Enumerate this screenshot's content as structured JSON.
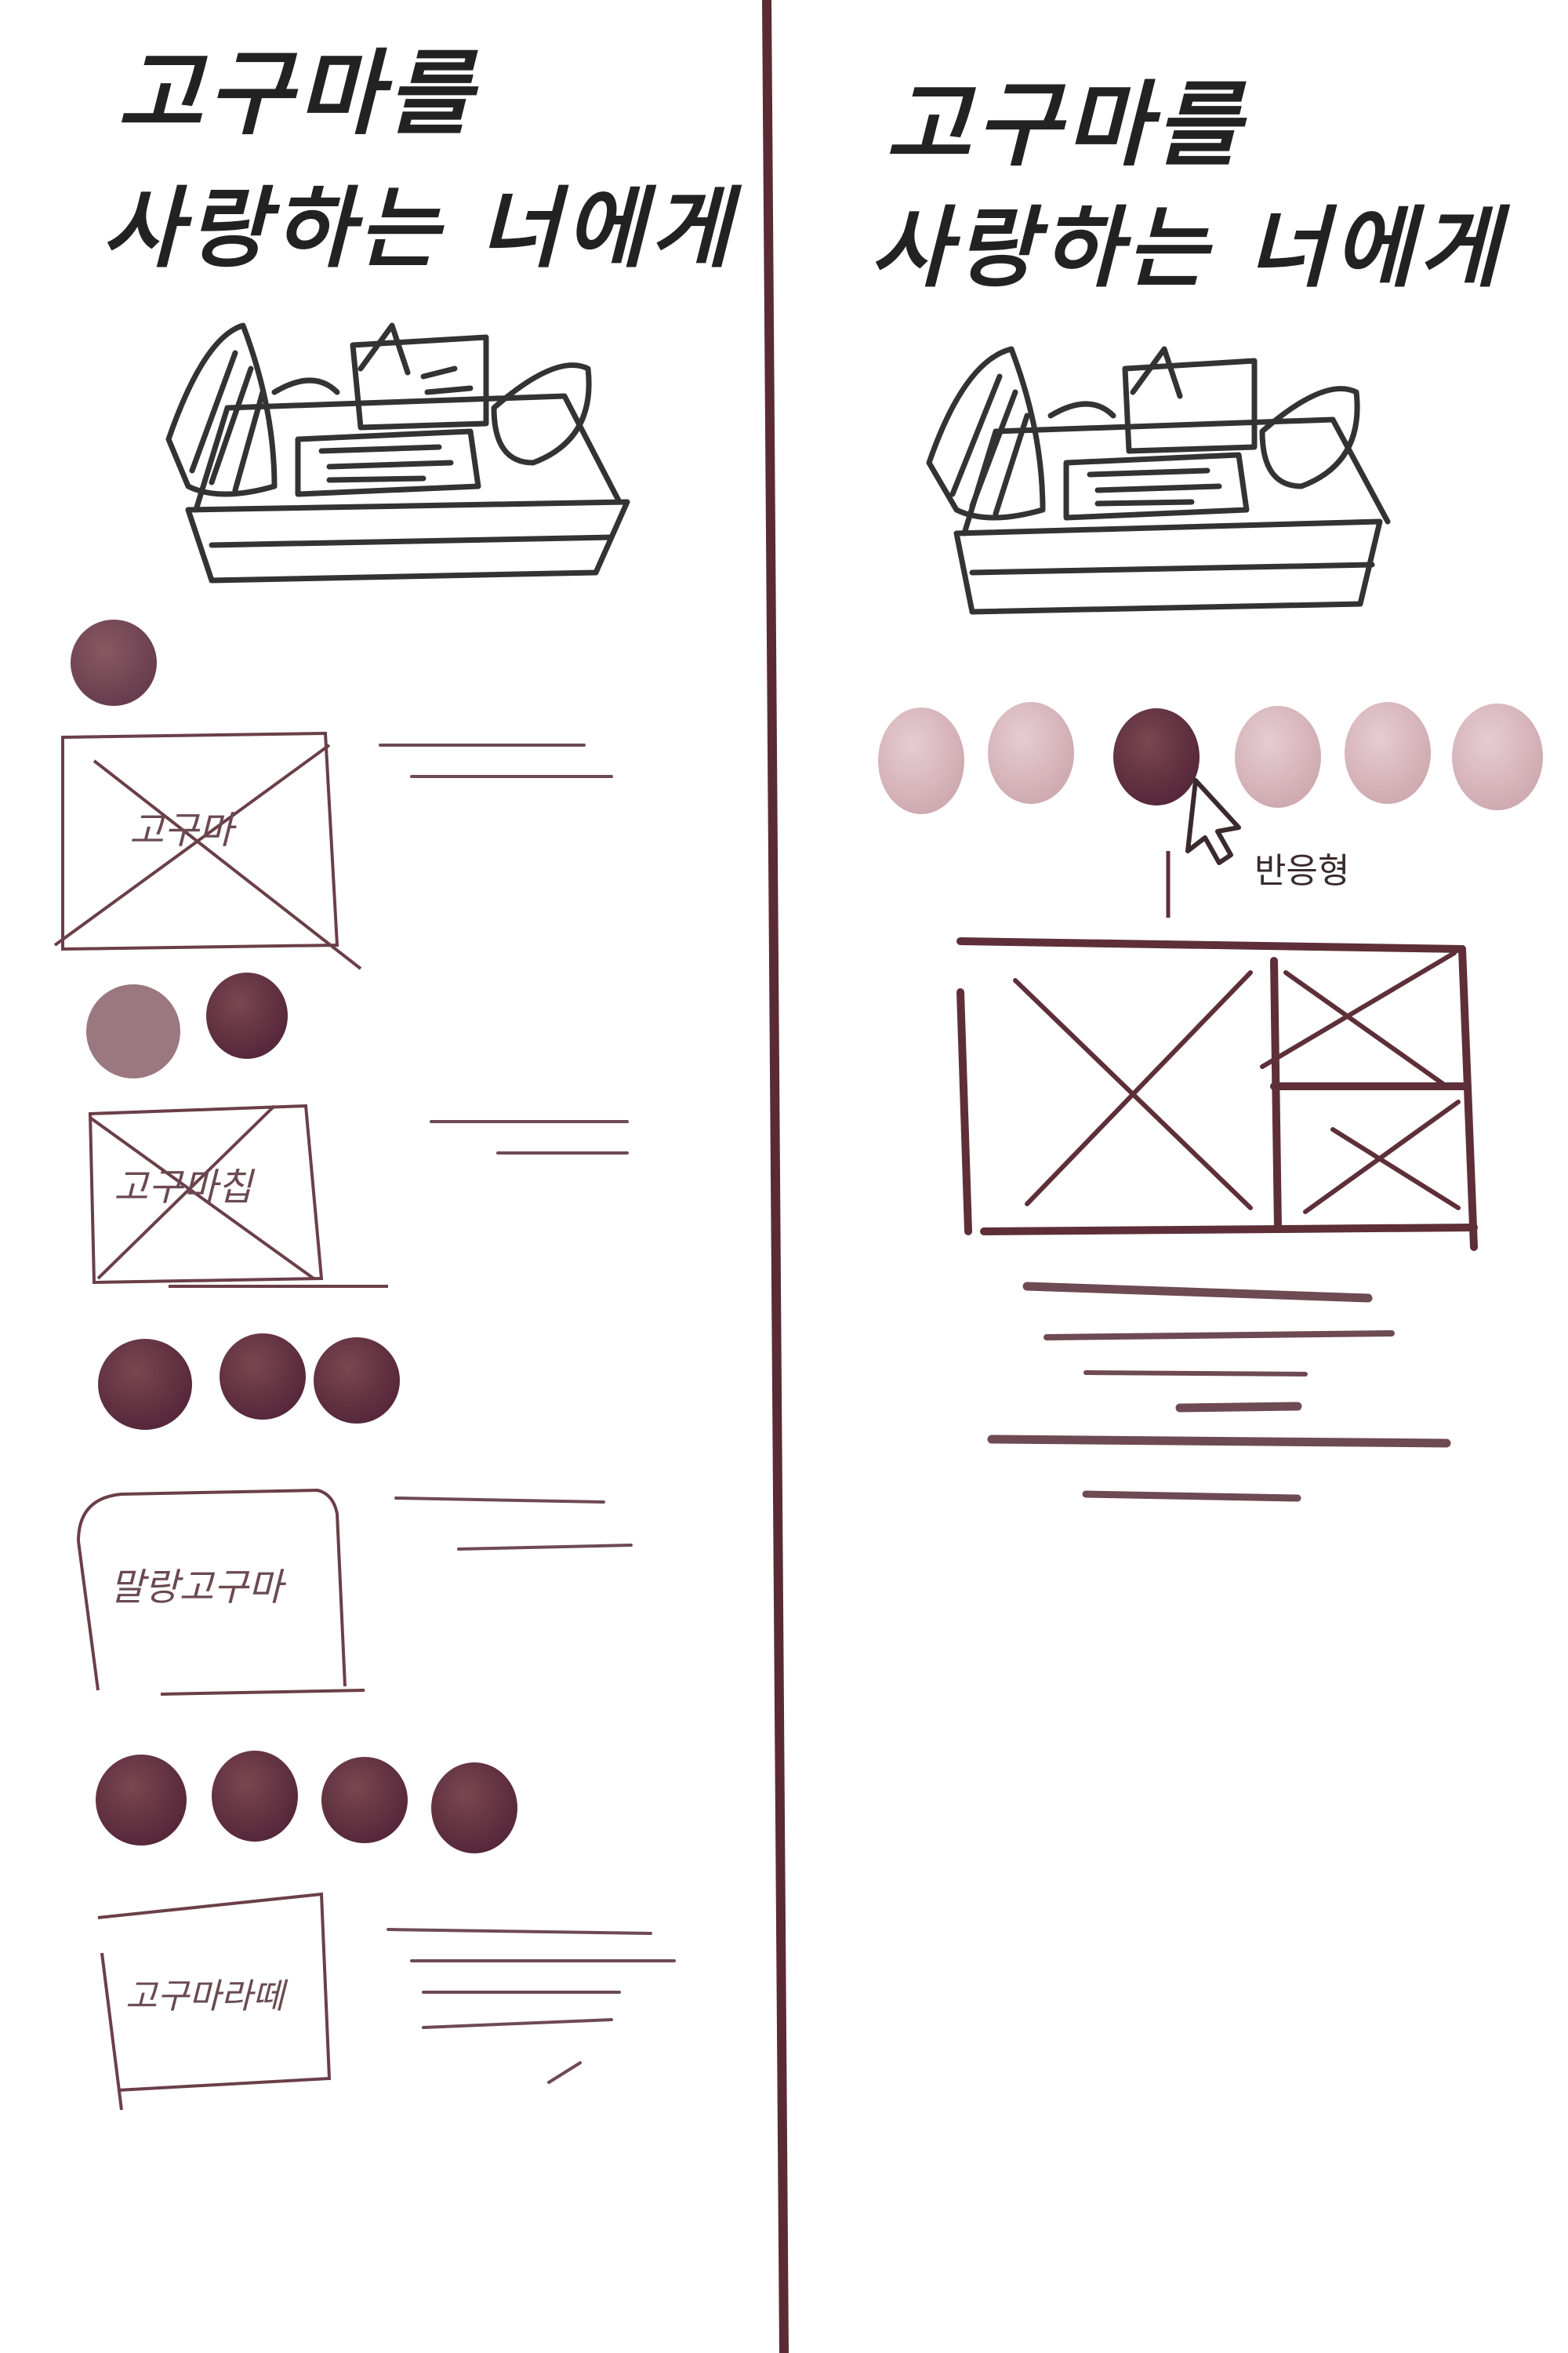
{
  "left_panel": {
    "title_line1": "고구마를",
    "title_line2": "사랑하는 너에게",
    "products": [
      {
        "label": "고구마",
        "count": 1
      },
      {
        "label": "고구마칩",
        "count": 2
      },
      {
        "label": "말랑고구마",
        "count": 3
      },
      {
        "label": "고구마라떼",
        "count": 4
      }
    ]
  },
  "right_panel": {
    "title_line1": "고구마를",
    "title_line2": "사랑하는 너에게",
    "dot_row_count": 6,
    "selected_dot_index": 2,
    "annotation": "반응형"
  },
  "colors": {
    "ink": "#222222",
    "accent": "#5e2f38",
    "accent_light": "#d7b8bd",
    "divider": "#5a2b35",
    "line": "#6e4a52"
  }
}
